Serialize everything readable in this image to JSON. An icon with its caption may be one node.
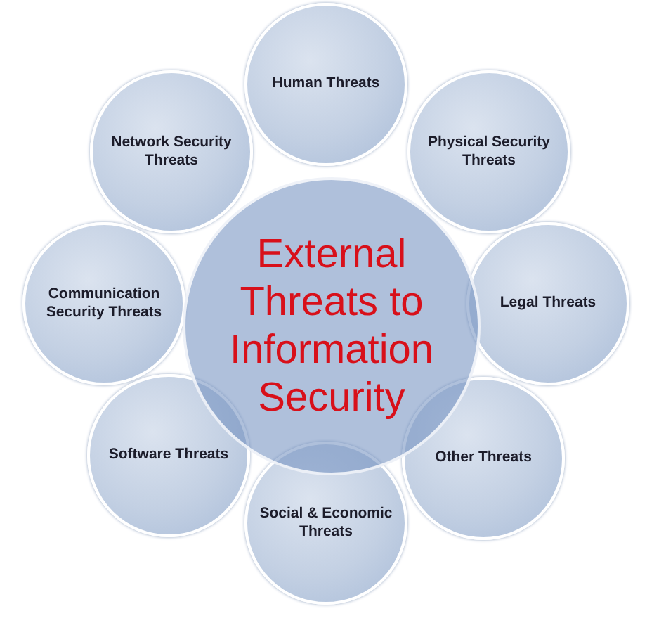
{
  "diagram": {
    "nodes": [
      {
        "text": [
          "External Threats to Information Security"
        ]
      },
      {
        "text": [
          "Human Threats"
        ]
      },
      {
        "text": [
          "Physical Security Threats"
        ]
      },
      {
        "text": [
          "Legal Threats"
        ]
      },
      {
        "text": [
          "Other Threats"
        ]
      },
      {
        "text": [
          "Social & Economic Threats"
        ]
      },
      {
        "text": [
          "Software Threats"
        ]
      },
      {
        "text": [
          "Communication Security Threats"
        ]
      },
      {
        "text": [
          "Network Security Threats"
        ]
      }
    ]
  }
}
